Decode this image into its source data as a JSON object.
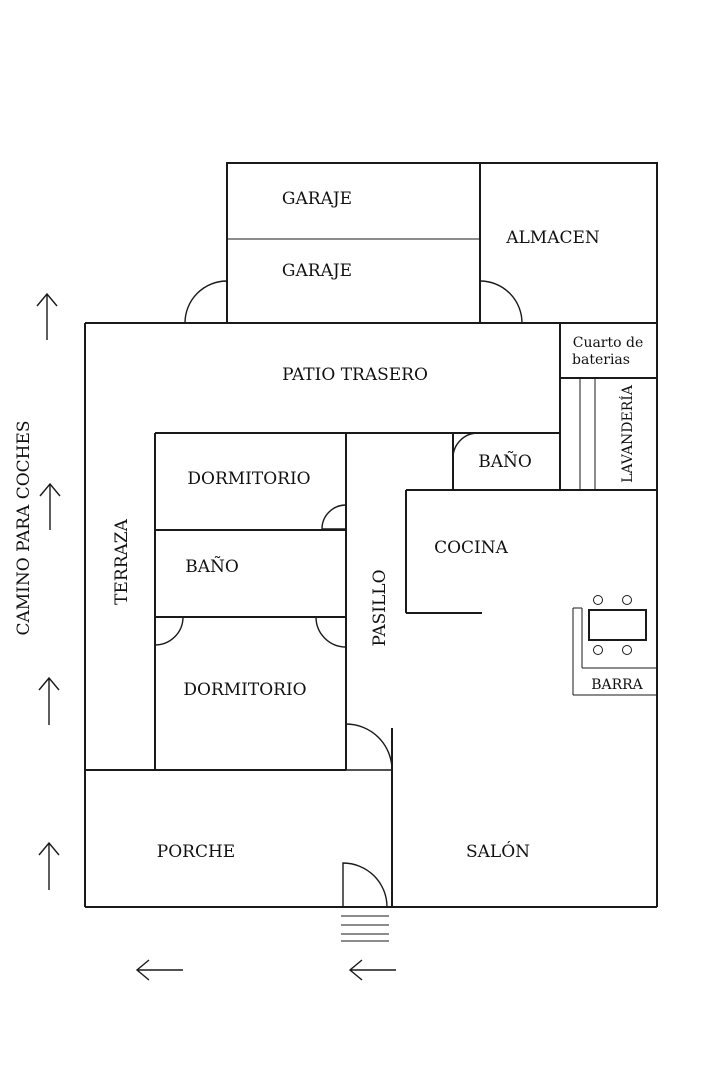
{
  "rooms": {
    "garage_1": "GARAJE",
    "garage_2": "GARAJE",
    "storage": "ALMACEN",
    "battery_room_line1": "Cuarto de",
    "battery_room_line2": "baterias",
    "back_patio": "PATIO TRASERO",
    "laundry": "LAVANDERÍA",
    "bathroom_small": "BAÑO",
    "bedroom_1": "DORMITORIO",
    "bathroom": "BAÑO",
    "bedroom_2": "DORMITORIO",
    "terrace": "TERRAZA",
    "hallway": "PASILLO",
    "kitchen": "COCINA",
    "bar": "BARRA",
    "porch": "PORCHE",
    "living_room": "SALÓN"
  },
  "driveway": "CAMINO PARA COCHES",
  "icons": {
    "driveway_arrows": "arrow-up-icon",
    "entry_arrows": "arrow-left-icon"
  },
  "colors": {
    "line": "#1a1a1a",
    "background": "#ffffff"
  }
}
